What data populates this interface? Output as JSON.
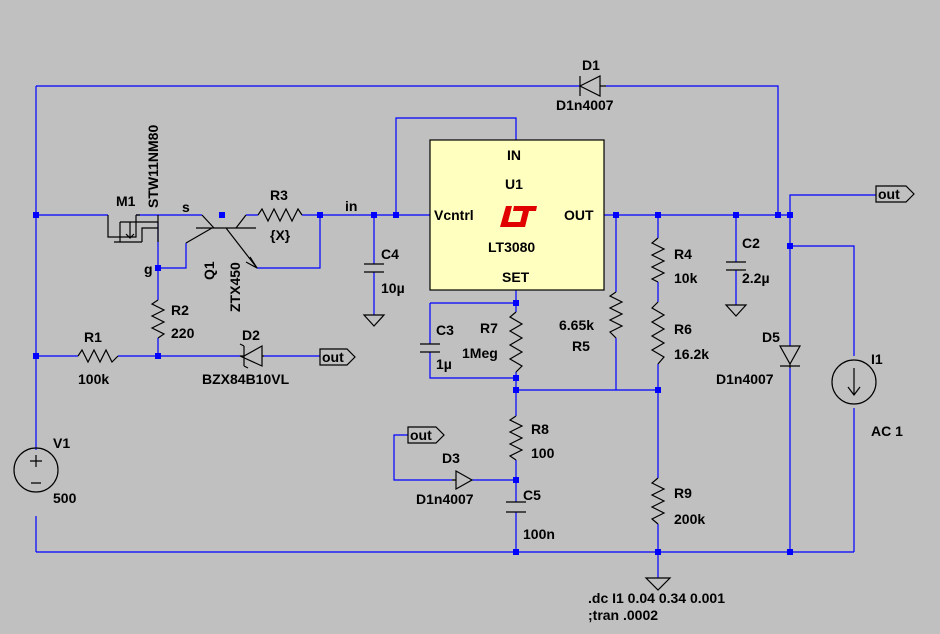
{
  "components": {
    "d1": {
      "ref": "D1",
      "model": "D1n4007"
    },
    "u1": {
      "ref": "U1",
      "part": "LT3080",
      "pin_in": "IN",
      "pin_vcntrl": "Vcntrl",
      "pin_out": "OUT",
      "pin_set": "SET"
    },
    "m1": {
      "ref": "M1",
      "part": "STW11NM80",
      "pin_s": "s",
      "pin_g": "g"
    },
    "r3": {
      "ref": "R3",
      "value": "{X}"
    },
    "q1": {
      "ref": "Q1",
      "part": "ZTX450"
    },
    "c4": {
      "ref": "C4",
      "value": "10µ"
    },
    "r2": {
      "ref": "R2",
      "value": "220"
    },
    "r1": {
      "ref": "R1",
      "value": "100k"
    },
    "d2": {
      "ref": "D2",
      "part": "BZX84B10VL"
    },
    "c3": {
      "ref": "C3",
      "value": "1µ"
    },
    "r7": {
      "ref": "R7",
      "value": "1Meg"
    },
    "r5": {
      "ref": "R5",
      "value": "6.65k"
    },
    "r4": {
      "ref": "R4",
      "value": "10k"
    },
    "r6": {
      "ref": "R6",
      "value": "16.2k"
    },
    "c2": {
      "ref": "C2",
      "value": "2.2µ"
    },
    "d5": {
      "ref": "D5",
      "model": "D1n4007"
    },
    "i1": {
      "ref": "I1",
      "value": "AC 1"
    },
    "r8": {
      "ref": "R8",
      "value": "100"
    },
    "d3": {
      "ref": "D3",
      "model": "D1n4007"
    },
    "c5": {
      "ref": "C5",
      "value": "100n"
    },
    "r9": {
      "ref": "R9",
      "value": "200k"
    },
    "v1": {
      "ref": "V1",
      "value": "500"
    }
  },
  "nets": {
    "in": "in",
    "out": "out"
  },
  "directives": {
    "dc": ".dc I1 0.04 0.34 0.001",
    "tran": ";tran .0002"
  },
  "colors": {
    "wire": "#0000ff",
    "background": "#c0c0c0",
    "chip": "#ffffc0",
    "logo": "#e00000"
  }
}
